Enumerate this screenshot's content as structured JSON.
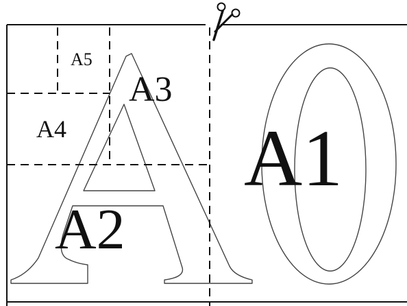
{
  "diagram": {
    "sheet_label": "A0",
    "sheet_letter": "A",
    "sheet_digit": "0",
    "sections": [
      {
        "key": "a1",
        "label": "A1"
      },
      {
        "key": "a2",
        "label": "A2"
      },
      {
        "key": "a3",
        "label": "A3"
      },
      {
        "key": "a4",
        "label": "A4"
      },
      {
        "key": "a5",
        "label": "A5"
      }
    ],
    "cut_marker": "scissors-icon",
    "colors": {
      "ink": "#111111",
      "outline": "#444444",
      "paper": "#ffffff"
    }
  }
}
